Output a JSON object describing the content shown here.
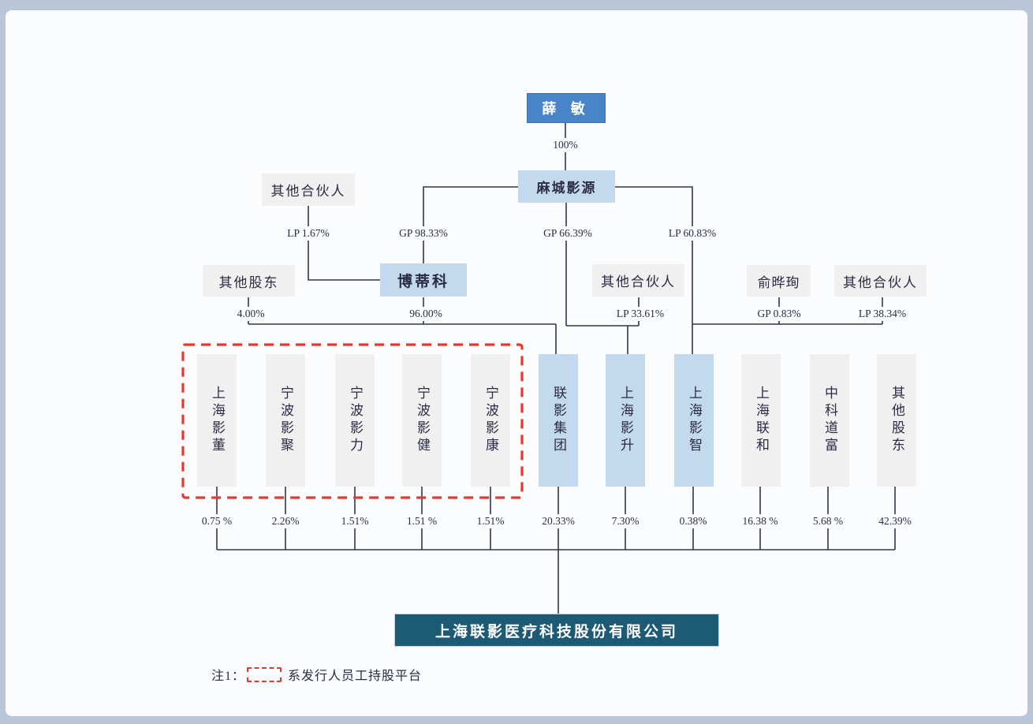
{
  "nodes": {
    "xue_min": "薛 敏",
    "pct_100": "100%",
    "macheng_yingyuan": "麻城影源",
    "other_partners_left": "其他合伙人",
    "other_shareholders_left": "其他股东",
    "bodike": "博蒂科",
    "other_partners_mid": "其他合伙人",
    "yu_yexun": "俞晔珣",
    "other_partners_right": "其他合伙人",
    "company": "上海联影医疗科技股份有限公司"
  },
  "edge_labels": {
    "lp_1_67": "LP 1.67%",
    "gp_98_33": "GP 98.33%",
    "gp_66_39": "GP 66.39%",
    "lp_60_83": "LP 60.83%",
    "pct_4_00": "4.00%",
    "pct_96_00": "96.00%",
    "lp_33_61": "LP 33.61%",
    "gp_0_83": "GP 0.83%",
    "lp_38_34": "LP 38.34%"
  },
  "shareholders": [
    {
      "name": "上海影董",
      "percent": "0.75 %",
      "esop": true
    },
    {
      "name": "宁波影聚",
      "percent": "2.26%",
      "esop": true
    },
    {
      "name": "宁波影力",
      "percent": "1.51%",
      "esop": true
    },
    {
      "name": "宁波影健",
      "percent": "1.51 %",
      "esop": true
    },
    {
      "name": "宁波影康",
      "percent": "1.51%",
      "esop": true
    },
    {
      "name": "联影集团",
      "percent": "20.33%",
      "esop": false
    },
    {
      "name": "上海影升",
      "percent": "7.30%",
      "esop": false
    },
    {
      "name": "上海影智",
      "percent": "0.38%",
      "esop": false
    },
    {
      "name": "上海联和",
      "percent": "16.38 %",
      "esop": false
    },
    {
      "name": "中科道富",
      "percent": "5.68 %",
      "esop": false
    },
    {
      "name": "其他股东",
      "percent": "42.39%",
      "esop": false
    }
  ],
  "note": {
    "prefix": "注1：",
    "text": "系发行人员工持股平台"
  },
  "colors": {
    "root_person_blue": "#4a84c8",
    "entity_light_blue": "#c3d9ee",
    "entity_gray": "#f0f0f1",
    "company_dark_teal": "#1d5a74",
    "esop_dashed_red": "#e8372c",
    "connector_line": "#34344a",
    "page_background": "#fbfcfe",
    "outer_frame": "#b9c6da"
  }
}
